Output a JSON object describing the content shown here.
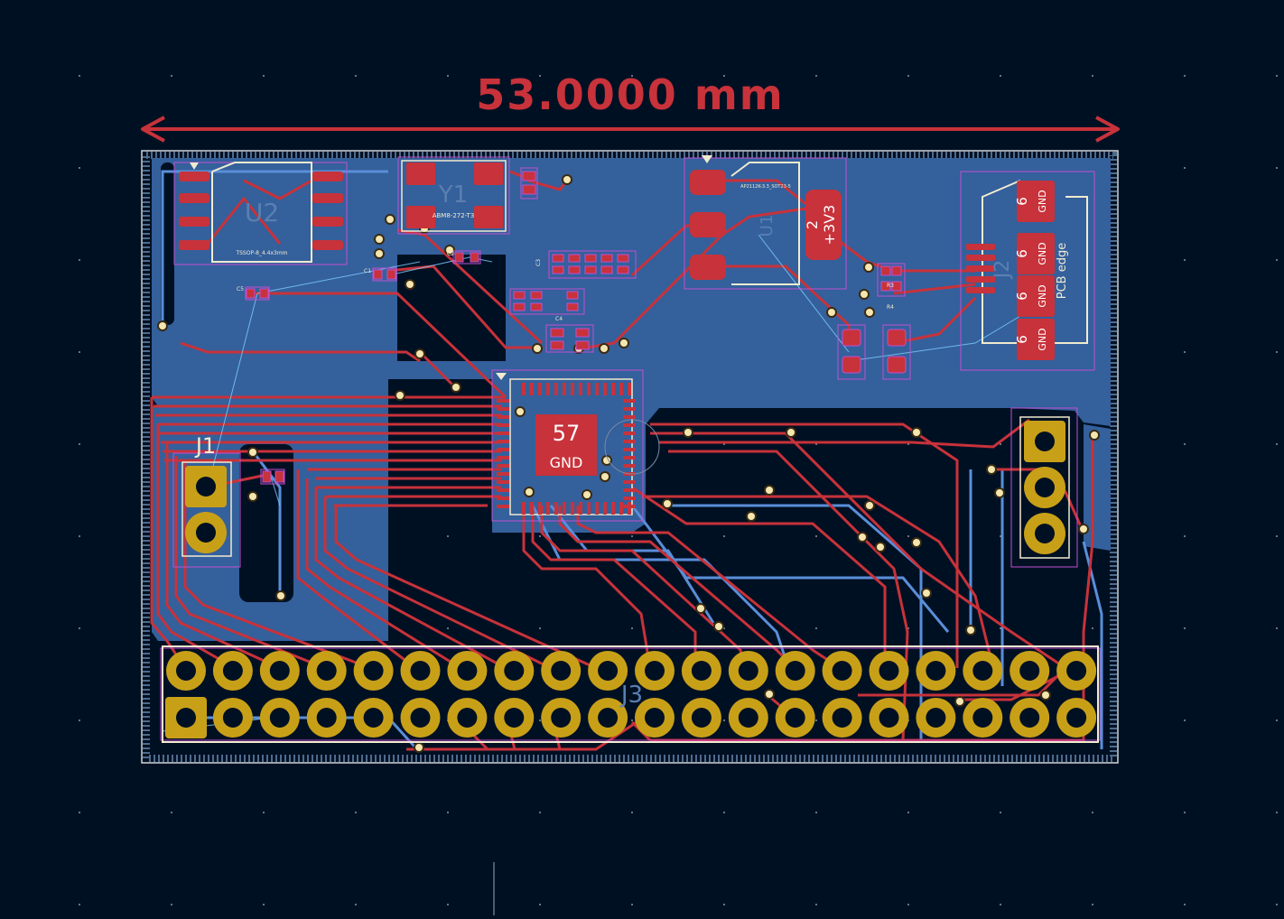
{
  "canvas": {
    "background": "#001023",
    "grid_dot_color": "#8a93a0",
    "cursor_line_color": "#9aa3ad"
  },
  "dimension": {
    "text": "53.0000  mm",
    "color": "#c8323a"
  },
  "board": {
    "edge_color": "#d0d4d8",
    "copper_bottom_color": "#34609c",
    "track_front_color": "#c8323a",
    "track_back_color": "#5a8ed8",
    "pad_color": "#c8323a",
    "tht_pad_color": "#c8a018",
    "via_color": "#f4e6b0",
    "ratsnest_color": "#7fd0ff",
    "silkscreen_color": "#f0ebd0",
    "courtyard_color": "#c24fd0"
  },
  "components": {
    "u2": {
      "ref": "U2",
      "value": "TSSOP-8_4.4x3mm"
    },
    "y1": {
      "ref": "Y1",
      "value": "ABM8-272-T3"
    },
    "u1": {
      "ref": "U1",
      "value": "AP2112K-3.3_SOT23-5",
      "pad_num": "2",
      "pad_net": "+3V3"
    },
    "j2": {
      "ref": "J2",
      "edge_label": "PCB edge"
    },
    "j1": {
      "ref": "J1"
    },
    "j3": {
      "ref": "J3"
    },
    "mcu": {
      "pad_num": "57",
      "pad_net": "GND"
    },
    "caps": [
      "C1",
      "C2",
      "C3",
      "C4",
      "C5"
    ],
    "resistors": [
      "R3",
      "R4"
    ]
  },
  "j2_pads": [
    {
      "num": "6",
      "net": "GND"
    },
    {
      "num": "6",
      "net": "GND"
    },
    {
      "num": "6",
      "net": "GND"
    },
    {
      "num": "6",
      "net": "GND"
    }
  ]
}
